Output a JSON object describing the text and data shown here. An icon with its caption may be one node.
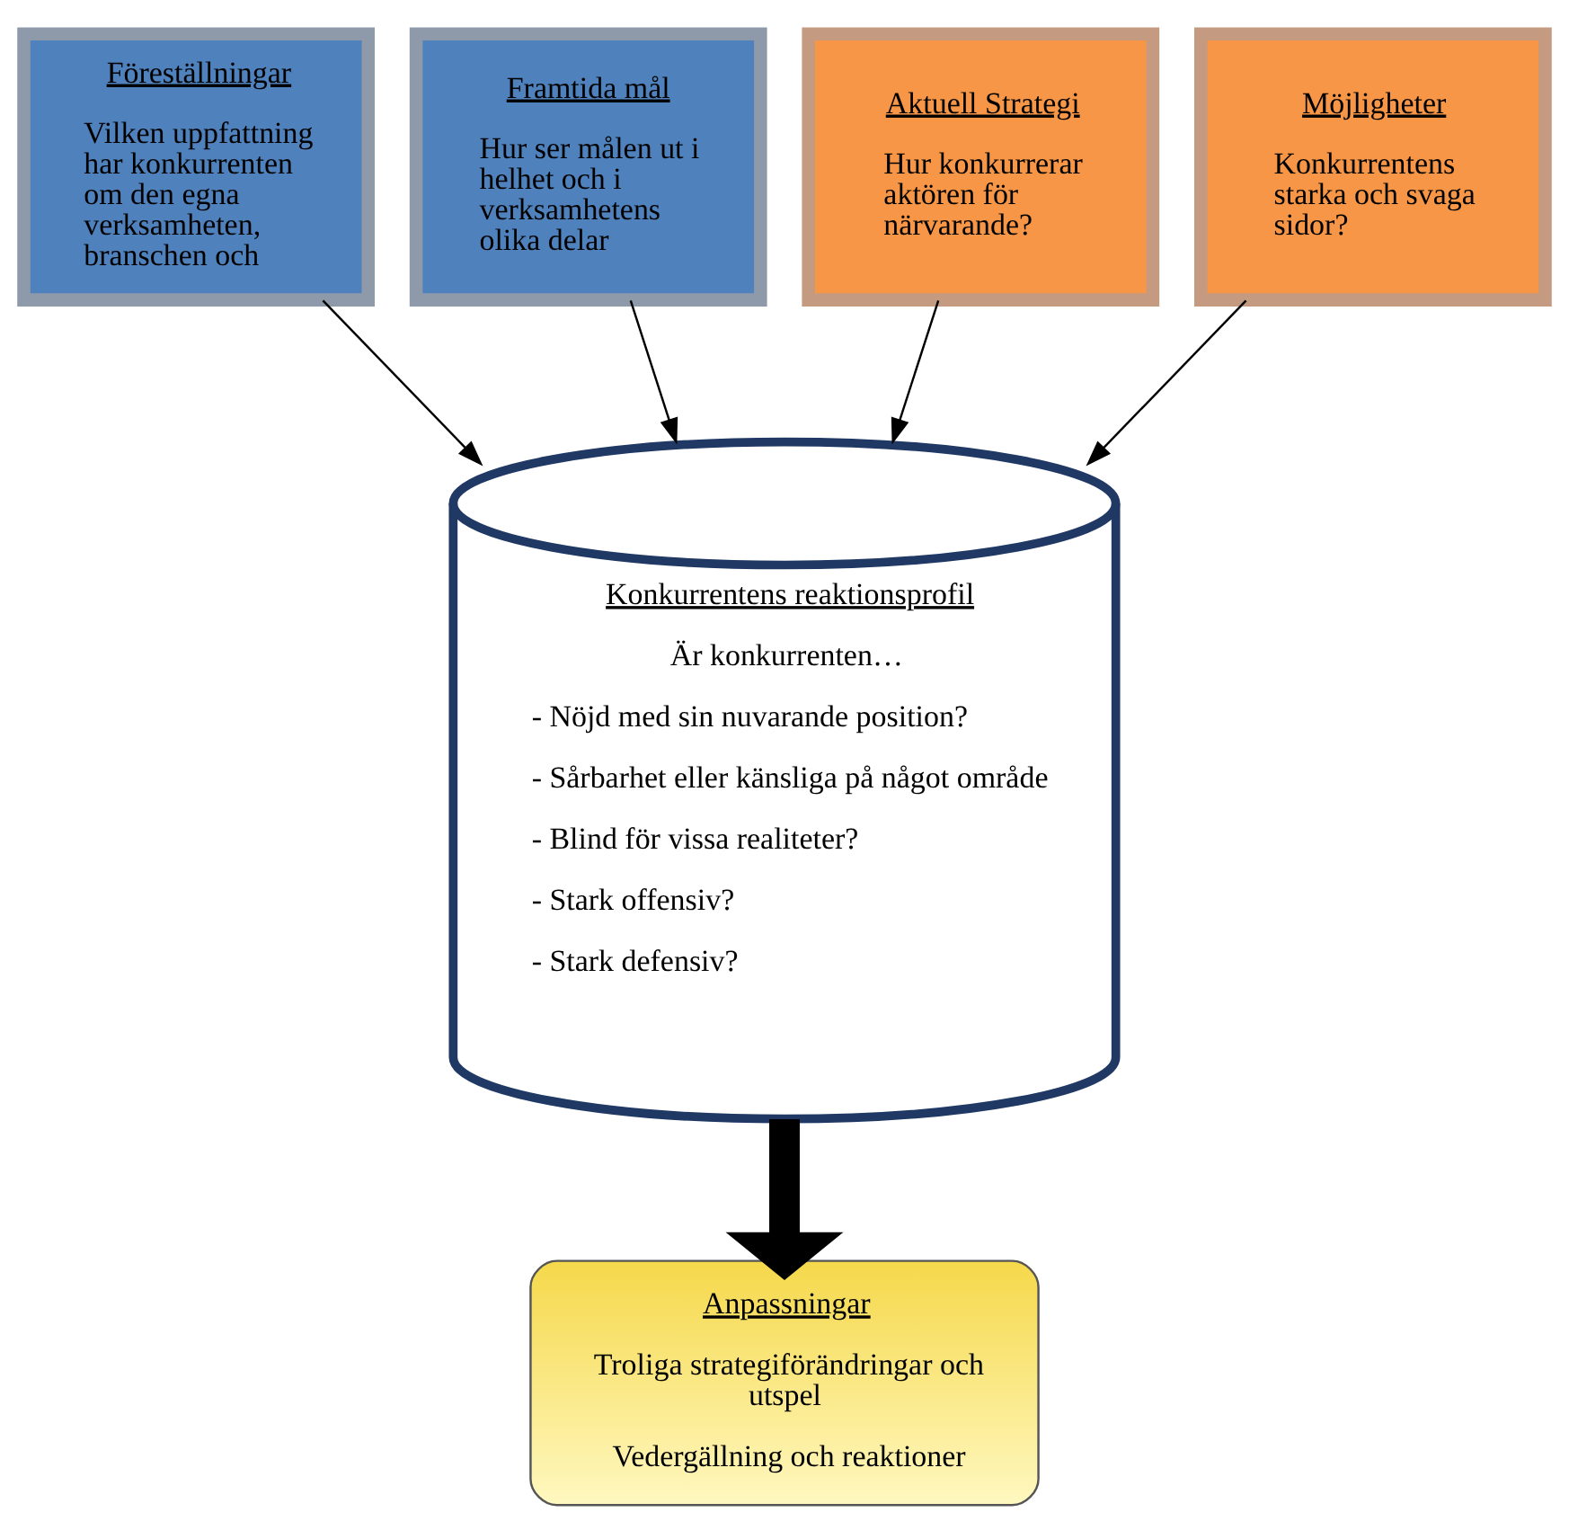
{
  "diagram": {
    "nodes": [
      {
        "text": [
          "Föreställningar",
          "Vilken uppfattning har konkurrenten om den egna verksamheten, branschen och"
        ]
      },
      {
        "text": [
          "Framtida mål",
          "Hur ser målen ut i helhet och i verksamhetens olika delar"
        ]
      },
      {
        "text": [
          "Aktuell Strategi",
          "Hur konkurrerar aktören för närvarande?"
        ]
      },
      {
        "text": [
          "Möjligheter",
          "Konkurrentens starka och svaga sidor?"
        ]
      },
      {
        "text": [
          "Konkurrentens reaktionsprofil",
          "Är konkurrenten…",
          "- Nöjd med sin nuvarande position?",
          "- Sårbarhet eller känsliga på något område",
          "- Blind för vissa realiteter?",
          "- Stark offensiv?",
          "- Stark defensiv?"
        ]
      },
      {
        "text": [
          "Anpassningar",
          "Troliga strategiförändringar och utspel",
          "Vedergällning och reaktioner"
        ]
      }
    ],
    "edges": [
      {
        "from": 0,
        "to": 4,
        "arrow": "to"
      },
      {
        "from": 1,
        "to": 4,
        "arrow": "to"
      },
      {
        "from": 2,
        "to": 4,
        "arrow": "to"
      },
      {
        "from": 3,
        "to": 4,
        "arrow": "to"
      },
      {
        "from": 4,
        "to": 5,
        "arrow": "to",
        "style": "thick"
      }
    ]
  }
}
